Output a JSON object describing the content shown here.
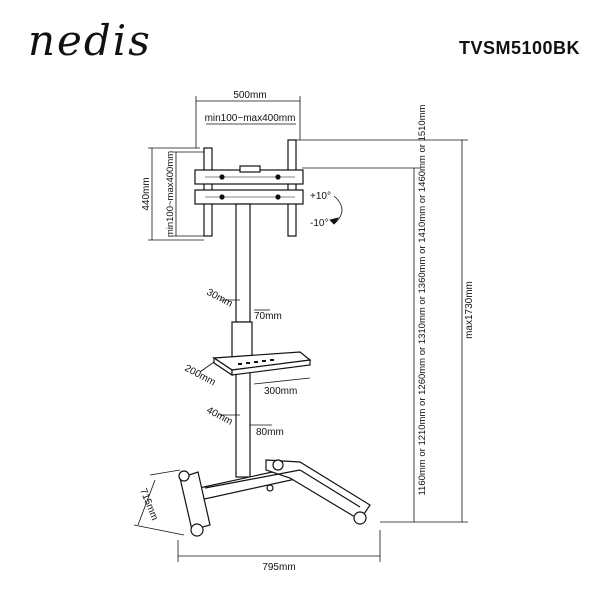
{
  "brand": {
    "logo_text": "nedis",
    "model": "TVSM5100BK"
  },
  "dimensions": {
    "vesa_width": "500mm",
    "vesa_pattern_horizontal": "min100~max400mm",
    "vesa_height": "440mm",
    "vesa_pattern_vertical": "min100~max400mm",
    "tilt_up": "+10°",
    "tilt_down": "-10°",
    "pole_min": "30mm",
    "pole_max": "70mm",
    "shelf_depth": "200mm",
    "shelf_width": "300mm",
    "lower_min": "40mm",
    "lower_max": "80mm",
    "base_depth": "715mm",
    "base_width": "795mm",
    "height_options": "1160mm or 1210mm or 1260mm or 1310mm or 1360mm or 1410mm or 1460mm or 1510mm",
    "max_height": "max1730mm"
  }
}
